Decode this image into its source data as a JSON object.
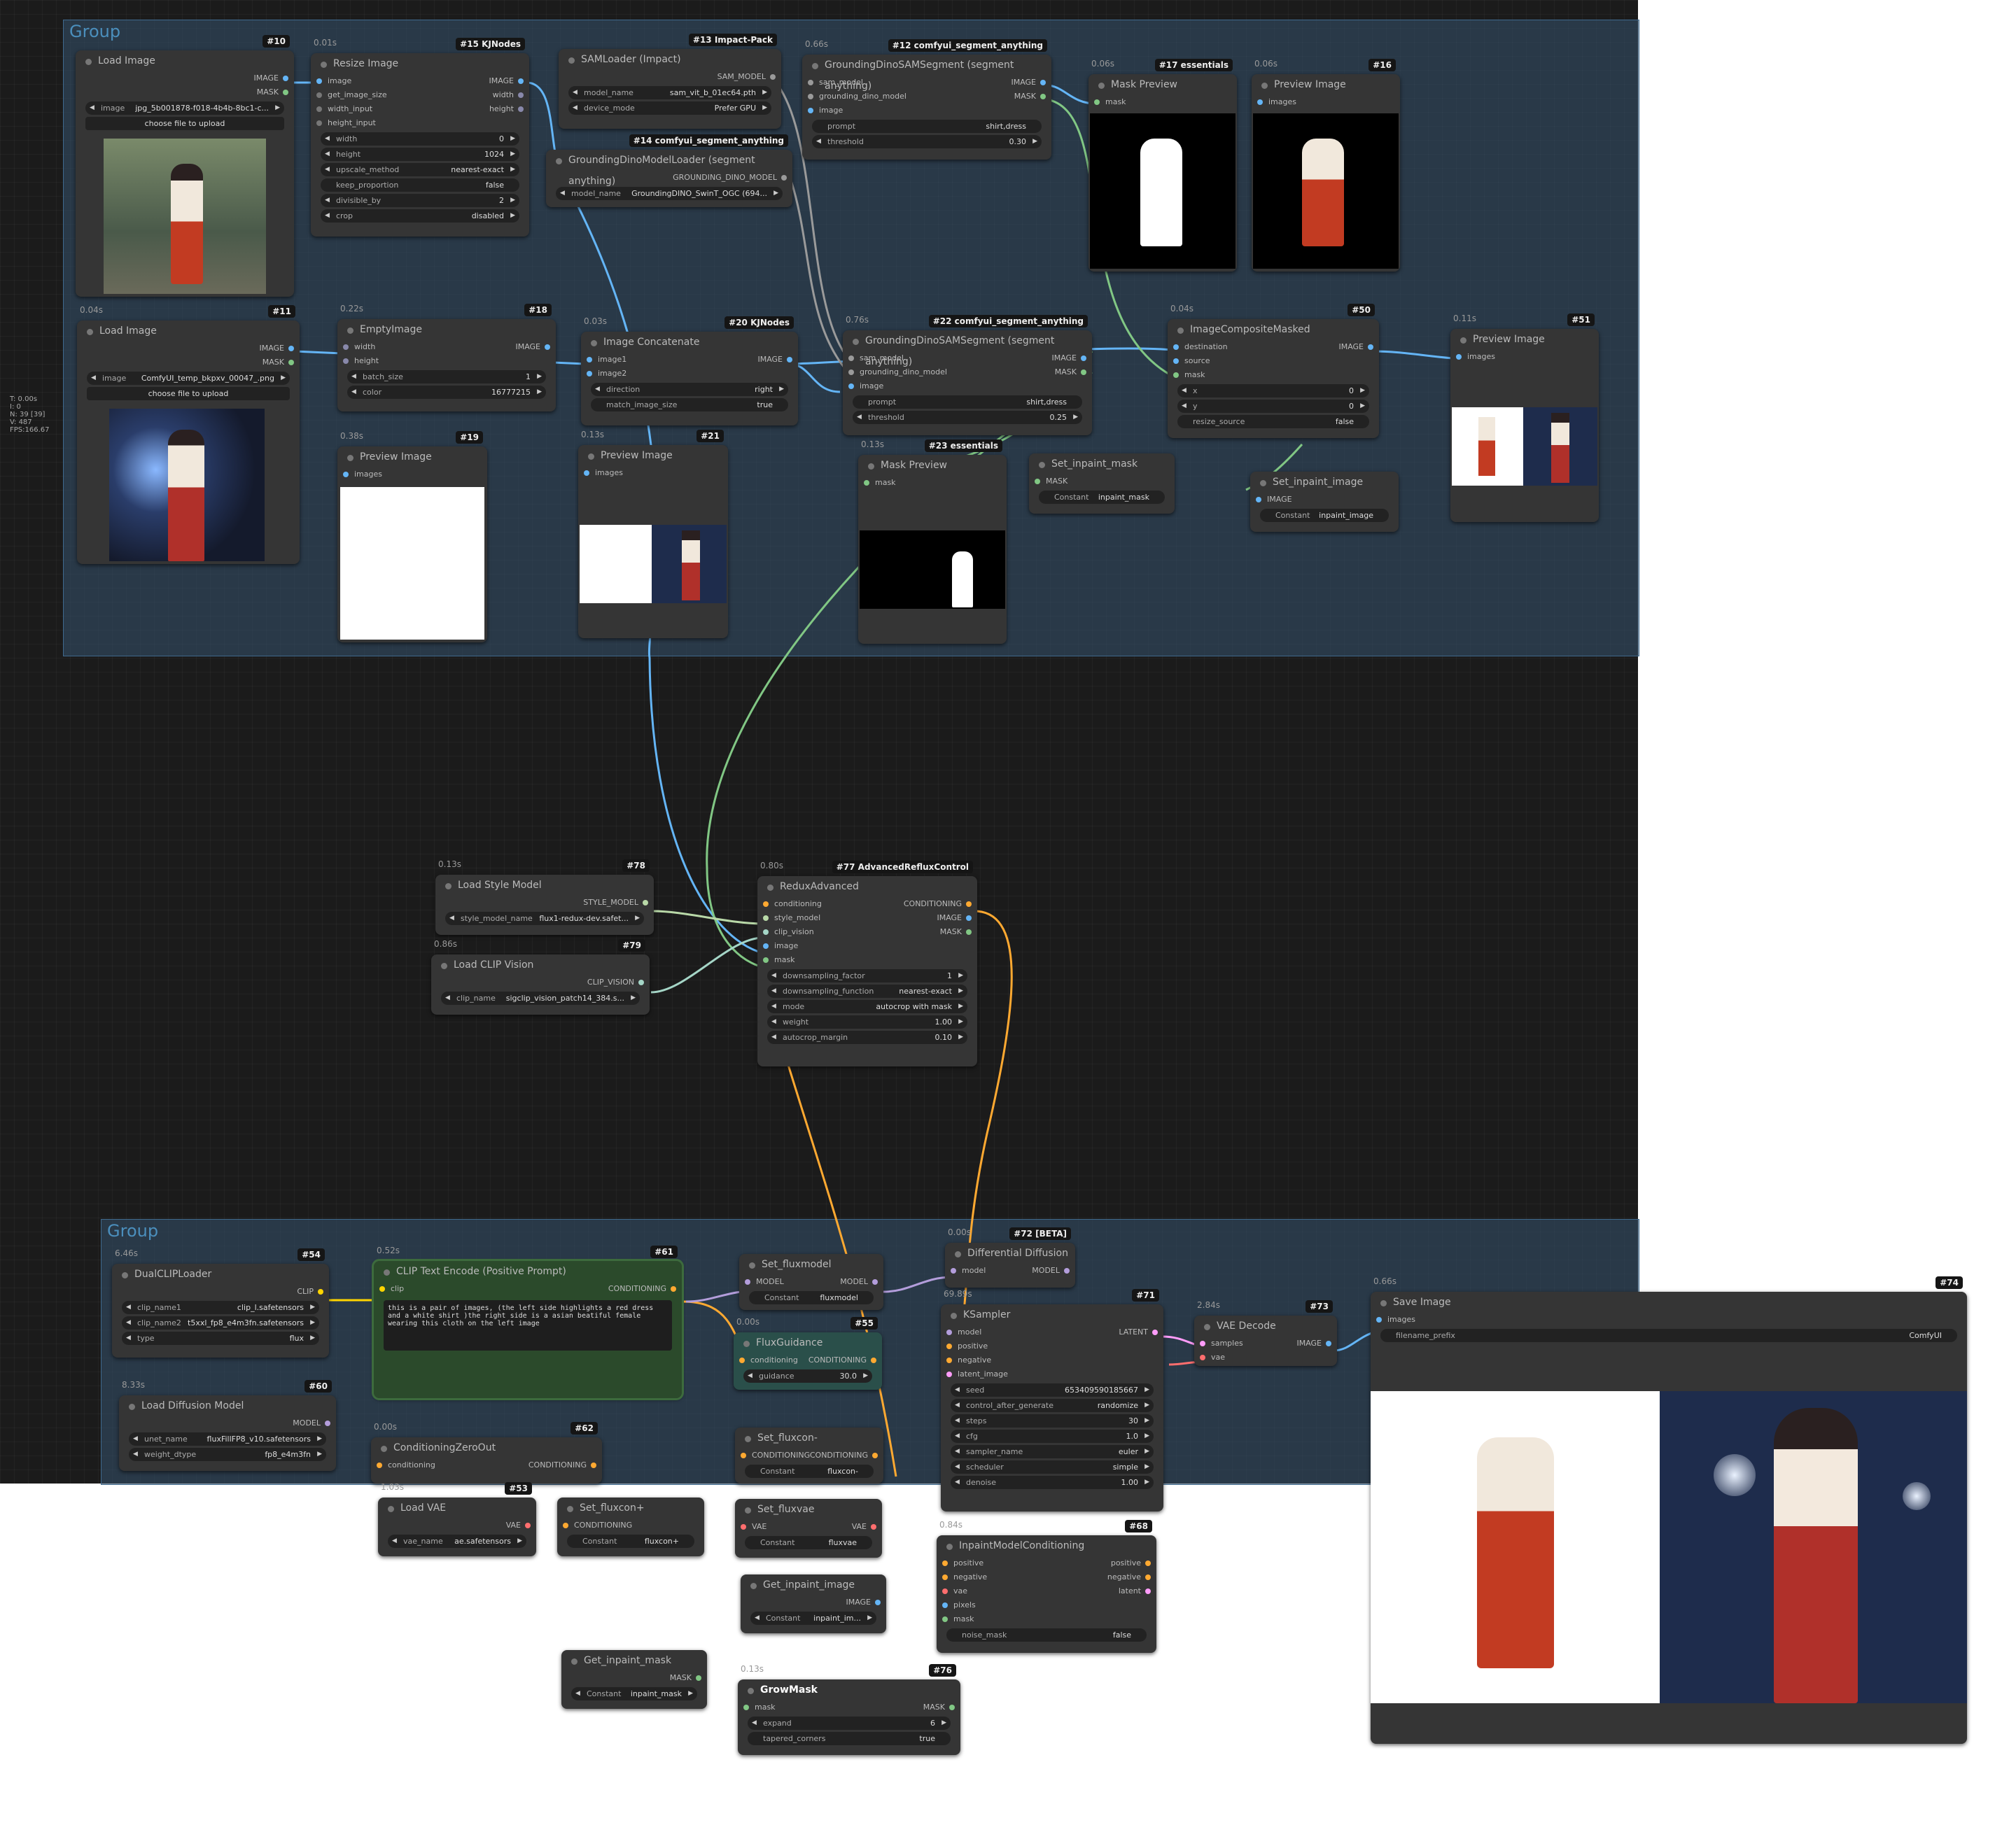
{
  "groups": [
    {
      "title": "Group"
    },
    {
      "title": "Group"
    }
  ],
  "stats": [
    "T: 0.00s",
    "I: 0",
    "N: 39 [39]",
    "V: 487",
    "FPS:166.67"
  ],
  "nodes": {
    "n10": {
      "badge": "#10",
      "title": "Load Image",
      "out1": "IMAGE",
      "out2": "MASK",
      "w_image_k": "image",
      "w_image_v": "jpg_5b001878-f018-4b4b-8bc1-c...",
      "upload": "choose file to upload"
    },
    "n15": {
      "time": "0.01s",
      "badge": "#15 KJNodes",
      "title": "Resize Image",
      "in1": "image",
      "in2": "get_image_size",
      "in3": "width_input",
      "in4": "height_input",
      "out1": "IMAGE",
      "out2": "width",
      "out3": "height",
      "w": [
        [
          "width",
          "0"
        ],
        [
          "height",
          "1024"
        ],
        [
          "upscale_method",
          "nearest-exact"
        ],
        [
          "keep_proportion",
          "false"
        ],
        [
          "divisible_by",
          "2"
        ],
        [
          "crop",
          "disabled"
        ]
      ]
    },
    "n13": {
      "badge": "#13 Impact-Pack",
      "title": "SAMLoader (Impact)",
      "out1": "SAM_MODEL",
      "w": [
        [
          "model_name",
          "sam_vit_b_01ec64.pth"
        ],
        [
          "device_mode",
          "Prefer GPU"
        ]
      ]
    },
    "n14": {
      "badge": "#14 comfyui_segment_anything",
      "title": "GroundingDinoModelLoader (segment anything)",
      "out1": "GROUNDING_DINO_MODEL",
      "w": [
        [
          "model_name",
          "GroundingDINO_SwinT_OGC (694..."
        ]
      ]
    },
    "n12": {
      "time": "0.66s",
      "badge": "#12 comfyui_segment_anything",
      "title": "GroundingDinoSAMSegment (segment anything)",
      "in1": "sam_model",
      "in2": "grounding_dino_model",
      "in3": "image",
      "out1": "IMAGE",
      "out2": "MASK",
      "w": [
        [
          "prompt",
          "shirt,dress"
        ],
        [
          "threshold",
          "0.30"
        ]
      ]
    },
    "n17": {
      "time": "0.06s",
      "badge": "#17 essentials",
      "title": "Mask Preview",
      "in1": "mask"
    },
    "n16": {
      "time": "0.06s",
      "badge": "#16",
      "title": "Preview Image",
      "in1": "images"
    },
    "n11": {
      "time": "0.04s",
      "badge": "#11",
      "title": "Load Image",
      "out1": "IMAGE",
      "out2": "MASK",
      "w_image_k": "image",
      "w_image_v": "ComfyUI_temp_bkpxv_00047_.png",
      "upload": "choose file to upload"
    },
    "n18": {
      "time": "0.22s",
      "badge": "#18",
      "title": "EmptyImage",
      "in1": "width",
      "in2": "height",
      "out1": "IMAGE",
      "w": [
        [
          "batch_size",
          "1"
        ],
        [
          "color",
          "16777215"
        ]
      ]
    },
    "n20": {
      "time": "0.03s",
      "badge": "#20 KJNodes",
      "title": "Image Concatenate",
      "in1": "image1",
      "in2": "image2",
      "out1": "IMAGE",
      "w": [
        [
          "direction",
          "right"
        ],
        [
          "match_image_size",
          "true"
        ]
      ]
    },
    "n22": {
      "time": "0.76s",
      "badge": "#22 comfyui_segment_anything",
      "title": "GroundingDinoSAMSegment (segment anything)",
      "in1": "sam_model",
      "in2": "grounding_dino_model",
      "in3": "image",
      "out1": "IMAGE",
      "out2": "MASK",
      "w": [
        [
          "prompt",
          "shirt,dress"
        ],
        [
          "threshold",
          "0.25"
        ]
      ]
    },
    "n50": {
      "time": "0.04s",
      "badge": "#50",
      "title": "ImageCompositeMasked",
      "in1": "destination",
      "in2": "source",
      "in3": "mask",
      "out1": "IMAGE",
      "w": [
        [
          "x",
          "0"
        ],
        [
          "y",
          "0"
        ],
        [
          "resize_source",
          "false"
        ]
      ]
    },
    "n51": {
      "time": "0.11s",
      "badge": "#51",
      "title": "Preview Image",
      "in1": "images"
    },
    "n19": {
      "time": "0.38s",
      "badge": "#19",
      "title": "Preview Image",
      "in1": "images"
    },
    "n21": {
      "time": "0.13s",
      "badge": "#21",
      "title": "Preview Image",
      "in1": "images"
    },
    "n23": {
      "time": "0.13s",
      "badge": "#23 essentials",
      "title": "Mask Preview",
      "in1": "mask"
    },
    "setmask": {
      "title": "Set_inpaint_mask",
      "in1": "MASK",
      "w": [
        [
          "Constant",
          "inpaint_mask"
        ]
      ]
    },
    "setimg": {
      "title": "Set_inpaint_image",
      "in1": "IMAGE",
      "w": [
        [
          "Constant",
          "inpaint_image"
        ]
      ]
    },
    "n78": {
      "time": "0.13s",
      "badge": "#78",
      "title": "Load Style Model",
      "out1": "STYLE_MODEL",
      "w": [
        [
          "style_model_name",
          "flux1-redux-dev.safet..."
        ]
      ]
    },
    "n79": {
      "time": "0.86s",
      "badge": "#79",
      "title": "Load CLIP Vision",
      "out1": "CLIP_VISION",
      "w": [
        [
          "clip_name",
          "sigclip_vision_patch14_384.s..."
        ]
      ]
    },
    "n77": {
      "time": "0.80s",
      "badge": "#77 AdvancedRefluxControl",
      "title": "ReduxAdvanced",
      "in1": "conditioning",
      "in2": "style_model",
      "in3": "clip_vision",
      "in4": "image",
      "in5": "mask",
      "out1": "CONDITIONING",
      "out2": "IMAGE",
      "out3": "MASK",
      "w": [
        [
          "downsampling_factor",
          "1"
        ],
        [
          "downsampling_function",
          "nearest-exact"
        ],
        [
          "mode",
          "autocrop with mask"
        ],
        [
          "weight",
          "1.00"
        ],
        [
          "autocrop_margin",
          "0.10"
        ]
      ]
    },
    "n54": {
      "time": "6.46s",
      "badge": "#54",
      "title": "DualCLIPLoader",
      "out1": "CLIP",
      "w": [
        [
          "clip_name1",
          "clip_l.safetensors"
        ],
        [
          "clip_name2",
          "t5xxl_fp8_e4m3fn.safetensors"
        ],
        [
          "type",
          "flux"
        ]
      ]
    },
    "n61": {
      "time": "0.52s",
      "badge": "#61",
      "title": "CLIP Text Encode (Positive Prompt)",
      "in1": "clip",
      "out1": "CONDITIONING",
      "text": "this is a pair of images, (the left side highlights a red dress and a white shirt )the right side is a asian beatiful female wearing this cloth on the left image"
    },
    "setflux": {
      "title": "Set_fluxmodel",
      "in1": "MODEL",
      "out1": "MODEL",
      "w": [
        [
          "Constant",
          "fluxmodel"
        ]
      ]
    },
    "n55": {
      "time": "0.00s",
      "badge": "#55",
      "title": "FluxGuidance",
      "in1": "conditioning",
      "out1": "CONDITIONING",
      "w": [
        [
          "guidance",
          "30.0"
        ]
      ]
    },
    "n72": {
      "time": "0.00s",
      "badge": "#72 [BETA]",
      "title": "Differential Diffusion",
      "in1": "model",
      "out1": "MODEL"
    },
    "n71": {
      "time": "69.89s",
      "badge": "#71",
      "title": "KSampler",
      "in1": "model",
      "in2": "positive",
      "in3": "negative",
      "in4": "latent_image",
      "out1": "LATENT",
      "w": [
        [
          "seed",
          "653409590185667"
        ],
        [
          "control_after_generate",
          "randomize"
        ],
        [
          "steps",
          "30"
        ],
        [
          "cfg",
          "1.0"
        ],
        [
          "sampler_name",
          "euler"
        ],
        [
          "scheduler",
          "simple"
        ],
        [
          "denoise",
          "1.00"
        ]
      ]
    },
    "n73": {
      "time": "2.84s",
      "badge": "#73",
      "title": "VAE Decode",
      "in1": "samples",
      "in2": "vae",
      "out1": "IMAGE"
    },
    "n74": {
      "time": "0.66s",
      "badge": "#74",
      "title": "Save Image",
      "in1": "images",
      "w": [
        [
          "filename_prefix",
          "ComfyUI"
        ]
      ]
    },
    "n60": {
      "time": "8.33s",
      "badge": "#60",
      "title": "Load Diffusion Model",
      "out1": "MODEL",
      "w": [
        [
          "unet_name",
          "fluxFillFP8_v10.safetensors"
        ],
        [
          "weight_dtype",
          "fp8_e4m3fn"
        ]
      ]
    },
    "n62": {
      "time": "0.00s",
      "badge": "#62",
      "title": "ConditioningZeroOut",
      "in1": "conditioning",
      "out1": "CONDITIONING"
    },
    "setfluxm": {
      "title": "Set_fluxcon-",
      "in1": "CONDITIONING",
      "out1": "CONDITIONING",
      "w": [
        [
          "Constant",
          "fluxcon-"
        ]
      ]
    },
    "n53": {
      "time": "1.03s",
      "badge": "#53",
      "title": "Load VAE",
      "out1": "VAE",
      "w": [
        [
          "vae_name",
          "ae.safetensors"
        ]
      ]
    },
    "setfluxp": {
      "title": "Set_fluxcon+",
      "in1": "CONDITIONING",
      "w": [
        [
          "Constant",
          "fluxcon+"
        ]
      ]
    },
    "setvae": {
      "title": "Set_fluxvae",
      "in1": "VAE",
      "out1": "VAE",
      "w": [
        [
          "Constant",
          "fluxvae"
        ]
      ]
    },
    "getimg": {
      "title": "Get_inpaint_image",
      "out1": "IMAGE",
      "w": [
        [
          "Constant",
          "inpaint_im..."
        ]
      ]
    },
    "n68": {
      "time": "0.84s",
      "badge": "#68",
      "title": "InpaintModelConditioning",
      "in1": "positive",
      "in2": "negative",
      "in3": "vae",
      "in4": "pixels",
      "in5": "mask",
      "out1": "positive",
      "out2": "negative",
      "out3": "latent",
      "w": [
        [
          "noise_mask",
          "false"
        ]
      ]
    },
    "getmask": {
      "title": "Get_inpaint_mask",
      "out1": "MASK",
      "w": [
        [
          "Constant",
          "inpaint_mask"
        ]
      ]
    },
    "n76": {
      "time": "0.13s",
      "badge": "#76",
      "title": "GrowMask",
      "in1": "mask",
      "out1": "MASK",
      "w": [
        [
          "expand",
          "6"
        ],
        [
          "tapered_corners",
          "true"
        ]
      ]
    }
  },
  "colors": {
    "image": "#64b5f6",
    "mask": "#81c784",
    "conditioning": "#ffa931",
    "model": "#b39ddb",
    "clip": "#ffd500",
    "vae": "#ff6e6e",
    "latent": "#ff9cf9"
  }
}
